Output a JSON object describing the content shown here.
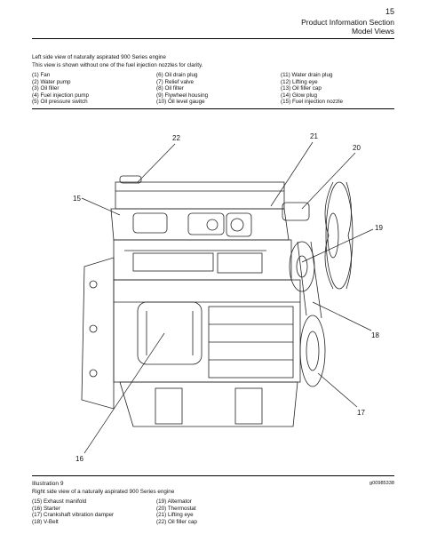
{
  "header": {
    "page_number": "15",
    "section": "Product Information Section",
    "subsection": "Model Views"
  },
  "top_caption": {
    "line1": "Left side view of naturally aspirated 900 Series engine",
    "line2": "This view is shown without one of the fuel injection nozzles for clarity."
  },
  "top_legend": {
    "col1": [
      "(1) Fan",
      "(2) Water pump",
      "(3) Oil filler",
      "(4) Fuel injection pump",
      "(5) Oil pressure switch"
    ],
    "col2": [
      "(6) Oil drain plug",
      "(7) Relief valve",
      "(8) Oil filter",
      "(9) Flywheel housing",
      "(10) Oil level gauge"
    ],
    "col3": [
      "(11) Water drain plug",
      "(12) Lifting eye",
      "(13) Oil filler cap",
      "(14) Glow plug",
      "(15) Fuel injection nozzle"
    ]
  },
  "figure": {
    "callouts": [
      "22",
      "21",
      "20",
      "15",
      "19",
      "18",
      "17",
      "16"
    ]
  },
  "illustration": {
    "label": "Illustration 9",
    "code": "g00985338",
    "caption": "Right side view of a naturally aspirated 900 Series engine"
  },
  "bottom_legend": {
    "col1": [
      "(15) Exhaust manifold",
      "(16) Starter",
      "(17) Crankshaft vibration damper",
      "(18) V-Belt"
    ],
    "col2": [
      "(19) Alternator",
      "(20) Thermostat",
      "(21) Lifting eye",
      "(22) Oil filler cap"
    ]
  }
}
